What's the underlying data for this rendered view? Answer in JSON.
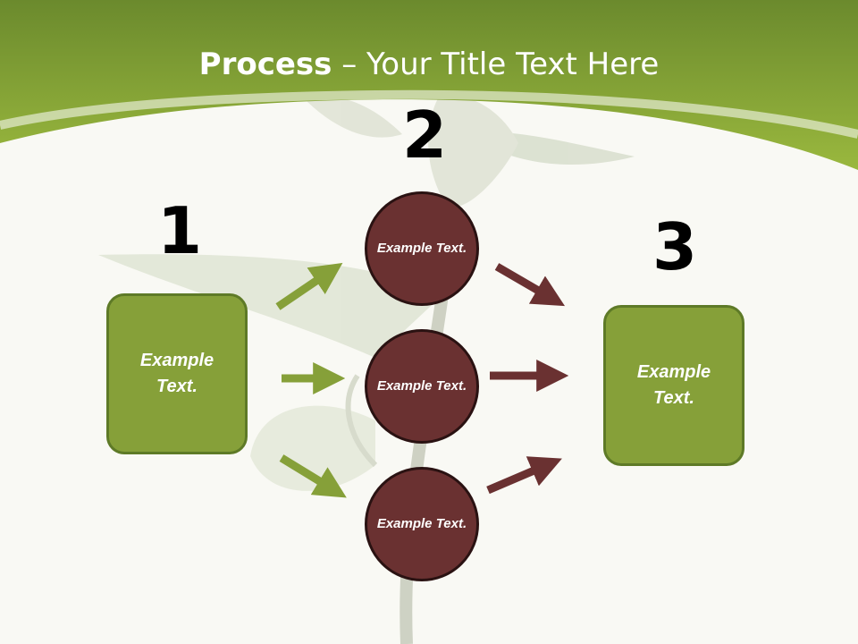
{
  "title": {
    "bold": "Process",
    "dash": " – ",
    "rest": "Your Title Text Here"
  },
  "steps": {
    "one": "1",
    "two": "2",
    "three": "3"
  },
  "boxes": {
    "left": "Example Text.",
    "right": "Example Text."
  },
  "circles": [
    "Example Text.",
    "Example Text.",
    "Example Text."
  ],
  "colors": {
    "green": "#86a039",
    "green_dark": "#5e7a27",
    "maroon": "#6a3131",
    "header": "#8aa83c"
  }
}
